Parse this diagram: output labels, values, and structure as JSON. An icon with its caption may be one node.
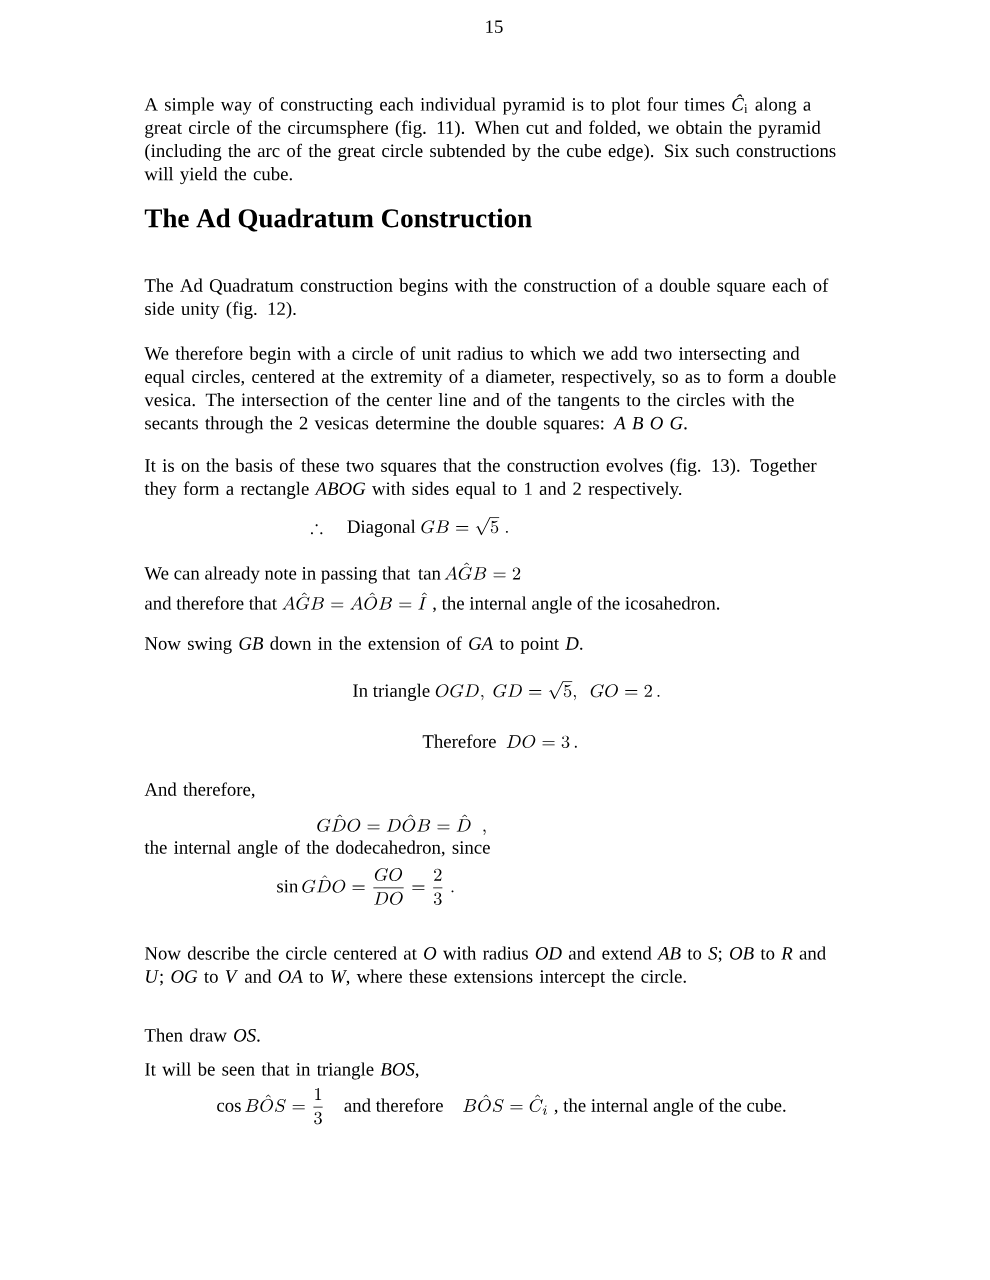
{
  "diagram": {
    "title": "The Ad Quadratum Construction",
    "labels": [
      "15",
      "A simple way of constructing each individual pyramid is to plot four times *Ĉ*$_{i}$ along a great circle of the circumsphere (fig. 11).  When cut and folded, we obtain the pyramid (including the arc of the great circle subtended by the cube edge).  Six such constructions will yield the cube.",
      "The Ad Quadratum construction begins with the construction of a double square each of side unity (fig. 12).",
      "We therefore begin with a circle of unit radius to which we add two intersecting and equal circles, centered at the extremity of a diameter, respectively, so as to form a double vesica.   The intersection of the center line and of the tangents to the circles with the secants through the 2 vesicas determine the double squares:  *A B O G*.",
      "It is on the basis of these two squares that the construction evolves (fig. 13).  Together they form a rectangle *ABOG* with sides equal to 1 and 2 respectively.",
      "\\therefore\\quad \\text{Diagonal } GB=\\sqrt{5}\\;.",
      "\\text{We can already note in passing that }\\tan A\\hat{G}B=2",
      "\\text{and therefore that }A\\hat{G}B=A\\hat{O}B=\\hat{I}\\;\\text{, the internal angle of the icosahedron.}",
      "Now swing *GB* down in the extension of *GA* to point *D*.",
      "\\text{In triangle }OGD,\\ GD=\\sqrt{5},\\ \\ GO=2\\,.",
      "\\text{Therefore }\\ DO=3\\,.",
      "And therefore,",
      "G\\hat{D}O=D\\hat{O}B=\\hat{D}\\;\\;,",
      "the internal angle of the dodecahedron, since",
      "\\sin G\\hat{D}O=\\frac{GO}{DO}=\\frac{2}{3}\\;.",
      "Now describe the circle centered at *O* with radius *OD* and extend *AB* to *S*; *OB* to *R* and *U*; *OG* to *V* and *OA* to *W*, where these extensions intercept the circle.",
      "Then draw *OS*.",
      "It will be seen that in triangle *BOS*,",
      "\\cos B\\hat{O}S=\\frac{1}{3}\\quad\\text{and therefore}\\quad B\\hat{O}S=\\hat{C}_{i}\\;\\text{, the internal angle of the cube.}"
    ]
  }
}
